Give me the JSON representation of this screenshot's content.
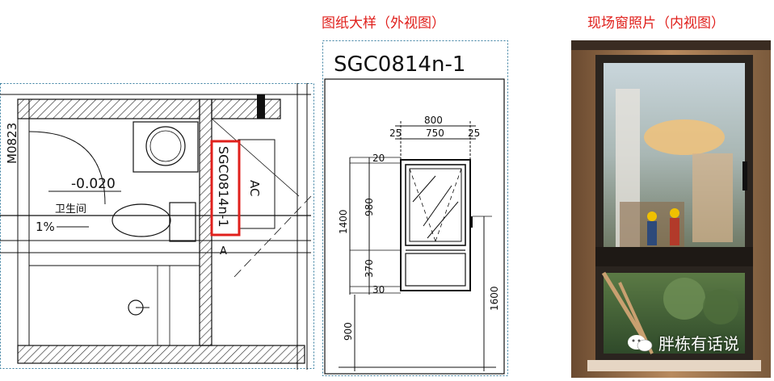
{
  "captions": {
    "drawing_title": "图纸大样（外视图）",
    "photo_title": "现场窗照片（内视图）"
  },
  "floor_plan": {
    "door_code": "M0823",
    "elevation": "-0.020",
    "room_name": "卫生间",
    "slope": "1%",
    "window_code": "SGC0814n-1",
    "ac_label": "AC",
    "axis_label": "A"
  },
  "detail": {
    "title": "SGC0814n-1",
    "dims": {
      "total_width": "800",
      "inner_width": "750",
      "side_left": "25",
      "side_right": "25",
      "top": "20",
      "upper": "980",
      "lower": "370",
      "bottom": "30",
      "height": "1400",
      "sill_right": "1600",
      "sill_left": "900"
    }
  },
  "watermark": {
    "text": "胖栋有话说",
    "icon": "wechat-icon"
  },
  "colors": {
    "caption": "#e0201c",
    "highlight": "#e0201c",
    "frame_border": "#3a7fa0",
    "window_frame": "#2a241f"
  }
}
